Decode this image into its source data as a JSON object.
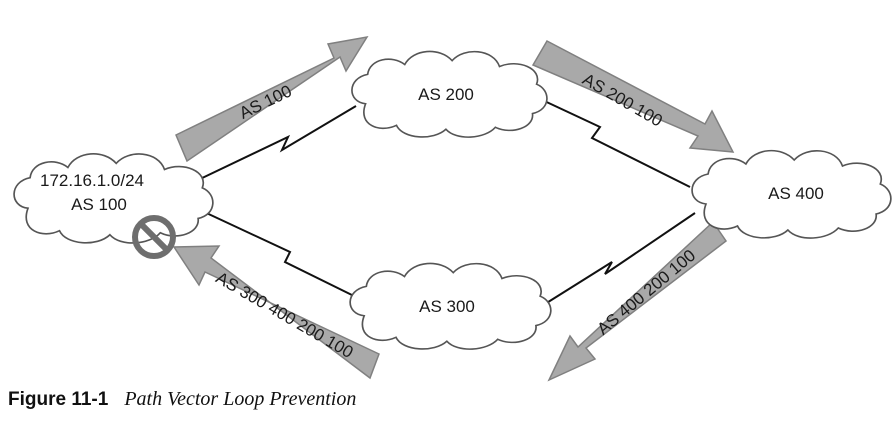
{
  "colors": {
    "cloud_fill": "#ffffff",
    "cloud_stroke": "#555555",
    "arrow_fill": "#a9a9a9",
    "arrow_stroke": "#808080",
    "link_stroke": "#111111",
    "block_icon": "#6e6e6e"
  },
  "clouds": {
    "origin": {
      "line1": "172.16.1.0/24",
      "line2": "AS 100"
    },
    "as200": {
      "label": "AS 200"
    },
    "as300": {
      "label": "AS 300"
    },
    "as400": {
      "label": "AS 400"
    }
  },
  "arrows": {
    "a1": {
      "label": "AS 100"
    },
    "a2": {
      "label": "AS 200 100"
    },
    "a3": {
      "label": "AS 400 200 100"
    },
    "a4": {
      "label": "AS 300 400 200 100"
    }
  },
  "icons": {
    "blocked": "no-entry-icon"
  },
  "caption": {
    "number": "Figure 11-1",
    "title": "Path Vector Loop Prevention"
  }
}
